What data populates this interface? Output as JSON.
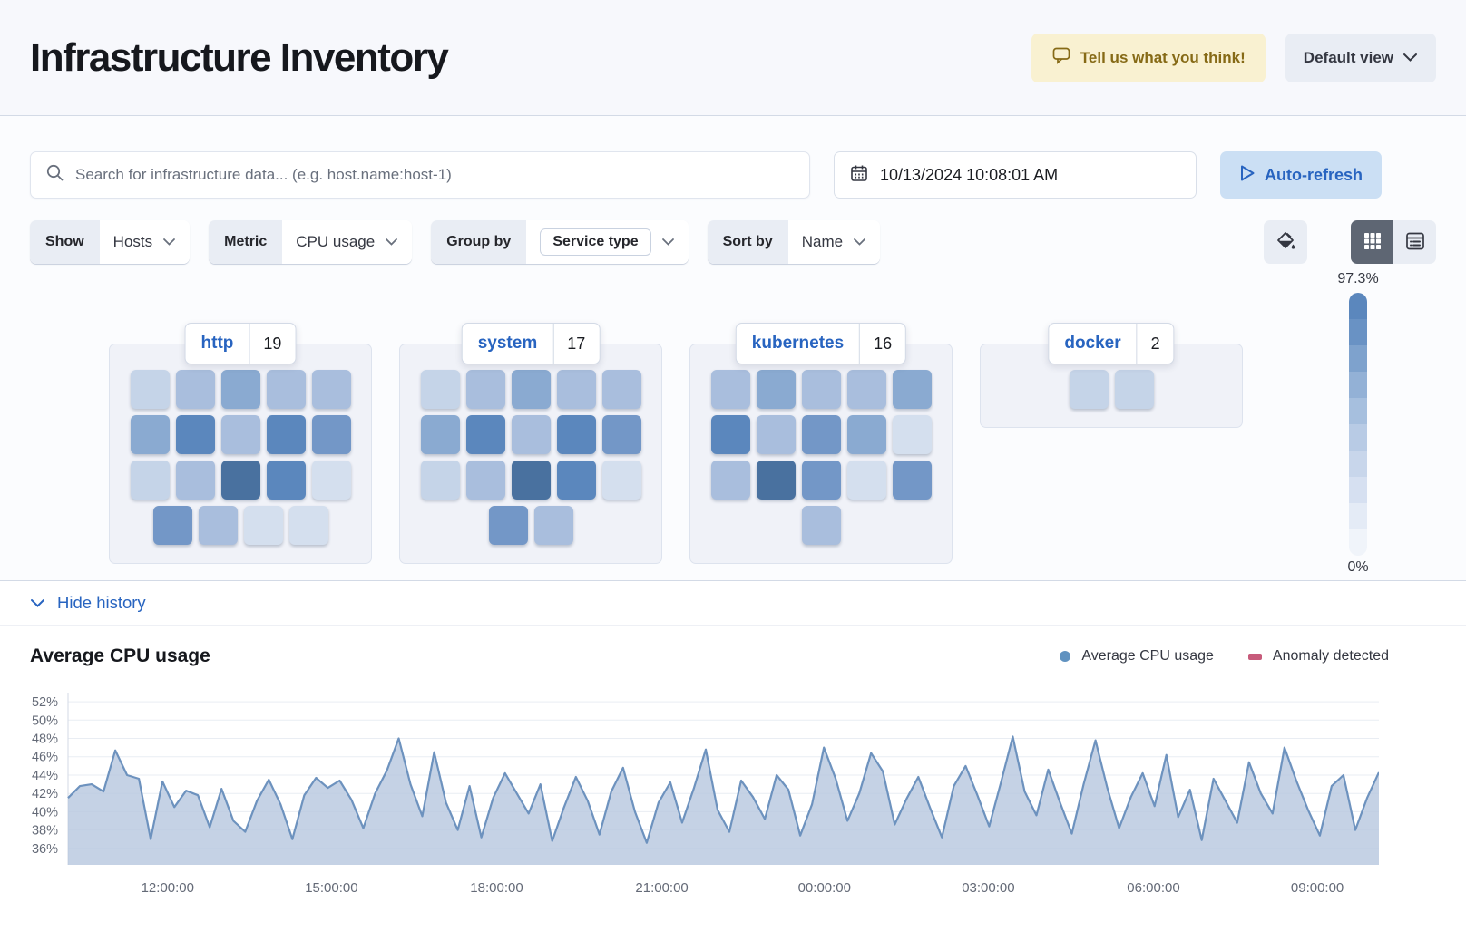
{
  "header": {
    "title": "Infrastructure Inventory",
    "feedback_button": "Tell us what you think!",
    "view_button": "Default view"
  },
  "toolbar": {
    "search_placeholder": "Search for infrastructure data... (e.g. host.name:host-1)",
    "datetime": "10/13/2024 10:08:01 AM",
    "auto_refresh_label": "Auto-refresh"
  },
  "filters": {
    "show": {
      "label": "Show",
      "value": "Hosts"
    },
    "metric": {
      "label": "Metric",
      "value": "CPU usage"
    },
    "group_by": {
      "label": "Group by",
      "value": "Service type"
    },
    "sort_by": {
      "label": "Sort by",
      "value": "Name"
    }
  },
  "waffle": {
    "scale_max_label": "97.3%",
    "scale_min_label": "0%",
    "palette": [
      "#d4dfee",
      "#c5d4e8",
      "#a9bedd",
      "#8aaad1",
      "#7397c7",
      "#5b87bd",
      "#49719f"
    ],
    "scale_steps": [
      "#5b87bd",
      "#6992c4",
      "#7ea2cd",
      "#93b1d6",
      "#a6bfde",
      "#b8cbe5",
      "#c8d6eb",
      "#d6e0f1",
      "#e4ebf6",
      "#f0f4fa"
    ],
    "groups": [
      {
        "name": "http",
        "count": 19,
        "rows": [
          [
            1,
            2,
            3,
            2,
            2
          ],
          [
            3,
            5,
            2,
            5,
            4
          ],
          [
            1,
            2,
            6,
            5,
            0
          ],
          [
            4,
            2,
            0,
            0
          ]
        ]
      },
      {
        "name": "system",
        "count": 17,
        "rows": [
          [
            1,
            2,
            3,
            2,
            2
          ],
          [
            3,
            5,
            2,
            5,
            4
          ],
          [
            1,
            2,
            6,
            5,
            0
          ],
          [
            4,
            2
          ]
        ]
      },
      {
        "name": "kubernetes",
        "count": 16,
        "rows": [
          [
            2,
            3,
            2,
            2,
            3
          ],
          [
            5,
            2,
            4,
            3,
            0
          ],
          [
            2,
            6,
            4,
            0,
            4
          ],
          [
            2
          ]
        ]
      },
      {
        "name": "docker",
        "count": 2,
        "rows": [
          [
            1,
            1
          ]
        ]
      }
    ]
  },
  "history": {
    "toggle_label": "Hide history"
  },
  "chart_data": {
    "type": "area",
    "title": "Average CPU usage",
    "legend": [
      {
        "label": "Average CPU usage",
        "color": "#6092c0",
        "shape": "circle"
      },
      {
        "label": "Anomaly detected",
        "color": "#c75b7b",
        "shape": "bar"
      }
    ],
    "ylim": [
      34.2,
      53.0
    ],
    "y_ticks": [
      52,
      50,
      48,
      46,
      44,
      42,
      40,
      38,
      36
    ],
    "x_ticks": [
      {
        "label": "12:00:00",
        "pos": 0.076
      },
      {
        "label": "15:00:00",
        "pos": 0.201
      },
      {
        "label": "18:00:00",
        "pos": 0.327
      },
      {
        "label": "21:00:00",
        "pos": 0.453
      },
      {
        "label": "00:00:00",
        "pos": 0.577
      },
      {
        "label": "03:00:00",
        "pos": 0.702
      },
      {
        "label": "06:00:00",
        "pos": 0.828
      },
      {
        "label": "09:00:00",
        "pos": 0.953
      }
    ],
    "line_color": "#6d92be",
    "fill_color": "#b7c7de",
    "values": [
      41.5,
      42.8,
      43.0,
      42.2,
      46.7,
      44.0,
      43.6,
      37.0,
      43.3,
      40.5,
      42.3,
      41.8,
      38.3,
      42.5,
      39.0,
      37.8,
      41.2,
      43.5,
      40.8,
      37.0,
      41.8,
      43.7,
      42.6,
      43.4,
      41.3,
      38.2,
      42.0,
      44.5,
      48.0,
      43.0,
      39.5,
      46.5,
      41.0,
      38.0,
      42.8,
      37.2,
      41.5,
      44.2,
      42.0,
      39.8,
      43.0,
      36.8,
      40.5,
      43.8,
      41.2,
      37.5,
      42.2,
      44.8,
      40.0,
      36.6,
      41.0,
      43.2,
      38.8,
      42.6,
      46.8,
      40.2,
      37.8,
      43.4,
      41.6,
      39.2,
      44.0,
      42.4,
      37.4,
      40.8,
      47.0,
      43.6,
      39.0,
      42.0,
      46.4,
      44.4,
      38.6,
      41.4,
      43.8,
      40.4,
      37.2,
      42.8,
      45.0,
      41.8,
      38.4,
      43.2,
      48.2,
      42.2,
      39.6,
      44.6,
      41.0,
      37.6,
      43.0,
      47.8,
      42.6,
      38.2,
      41.6,
      44.2,
      40.6,
      46.2,
      39.4,
      42.4,
      36.9,
      43.6,
      41.2,
      38.8,
      45.4,
      42.0,
      39.8,
      47.0,
      43.4,
      40.2,
      37.4,
      42.8,
      44.0,
      38.0,
      41.5,
      44.3
    ]
  }
}
